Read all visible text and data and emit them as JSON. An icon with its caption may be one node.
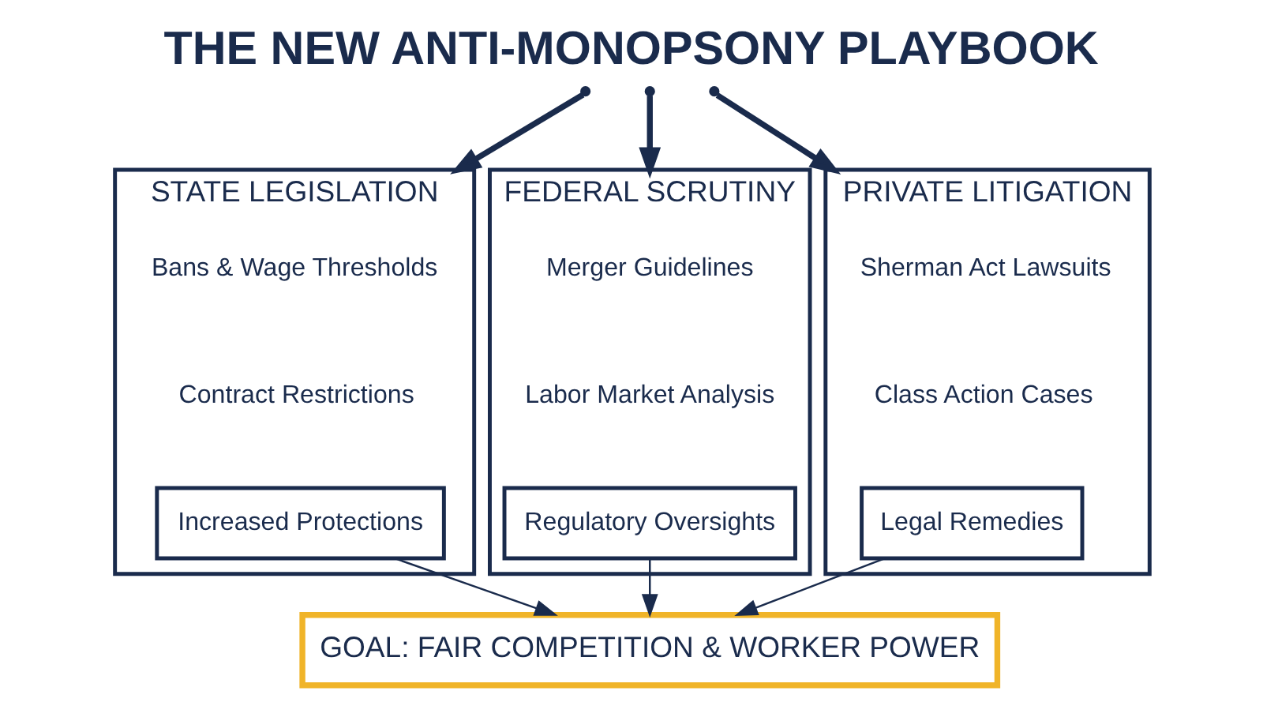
{
  "diagram": {
    "title": "THE NEW ANTI-MONOPSONY PLAYBOOK",
    "nodes": [
      {
        "text": [
          "STATE LEGISLATION"
        ]
      },
      {
        "text": [
          "Bans & Wage Thresholds"
        ],
        "in": 0
      },
      {
        "text": [
          "Contract Restrictions"
        ],
        "in": 0
      },
      {
        "text": [
          "Increased Protections"
        ],
        "in": 0
      },
      {
        "text": [
          "FEDERAL SCRUTINY"
        ]
      },
      {
        "text": [
          "Merger Guidelines"
        ],
        "in": 4
      },
      {
        "text": [
          "Labor Market Analysis"
        ],
        "in": 4
      },
      {
        "text": [
          "Regulatory Oversights"
        ],
        "in": 4
      },
      {
        "text": [
          "PRIVATE LITIGATION"
        ]
      },
      {
        "text": [
          "Sherman Act Lawsuits"
        ],
        "in": 8
      },
      {
        "text": [
          "Class Action Cases"
        ],
        "in": 8
      },
      {
        "text": [
          "Legal Remedies"
        ],
        "in": 8
      },
      {
        "text": [
          "GOAL: FAIR COMPETITION & WORKER POWER"
        ]
      }
    ],
    "edges": [
      {
        "from": null,
        "to": 0,
        "arrow": "to",
        "style": "thick"
      },
      {
        "from": null,
        "to": 4,
        "arrow": "to",
        "style": "thick"
      },
      {
        "from": null,
        "to": 8,
        "arrow": "to",
        "style": "thick"
      },
      {
        "from": 3,
        "to": 12,
        "arrow": "to"
      },
      {
        "from": 7,
        "to": 12,
        "arrow": "to"
      },
      {
        "from": 11,
        "to": 12,
        "arrow": "to"
      }
    ]
  }
}
